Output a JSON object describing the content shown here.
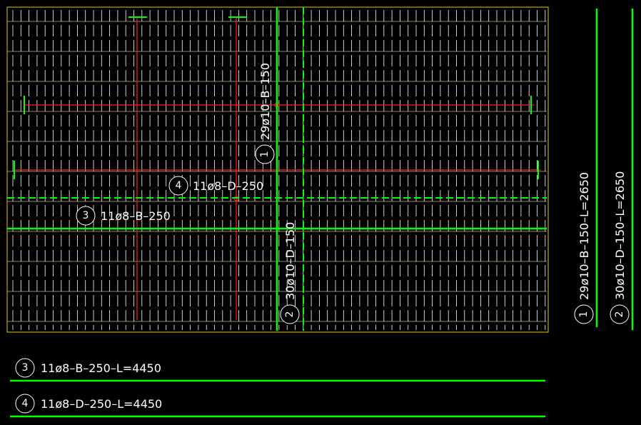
{
  "colors": {
    "background": "#000000",
    "slab_border": "#e6c800",
    "grid_lines": "#ffffff",
    "horizontal_guides": "#d8d8a0",
    "rebar_green": "#00ff00",
    "rebar_red": "#ff2020",
    "text": "#ffffff"
  },
  "labels": {
    "bar1_plan_text": "29ø10–B–150",
    "bar1_plan_num": "1",
    "bar2_plan_text": "30ø10–D–150",
    "bar2_plan_num": "2",
    "bar3_plan_text": "11ø8–B–250",
    "bar3_plan_num": "3",
    "bar4_plan_text": "11ø8–D–250",
    "bar4_plan_num": "4"
  },
  "schedule": {
    "bar1": {
      "num": "1",
      "text": "29ø10–B–150–L=2650"
    },
    "bar2": {
      "num": "2",
      "text": "30ø10–D–150–L=2650"
    },
    "bar3": {
      "num": "3",
      "text": "11ø8–B–250–L=4450"
    },
    "bar4": {
      "num": "4",
      "text": "11ø8–D–250–L=4450"
    }
  },
  "icons": [
    "circle-marker-icon",
    "bar-end-tick-icon"
  ]
}
